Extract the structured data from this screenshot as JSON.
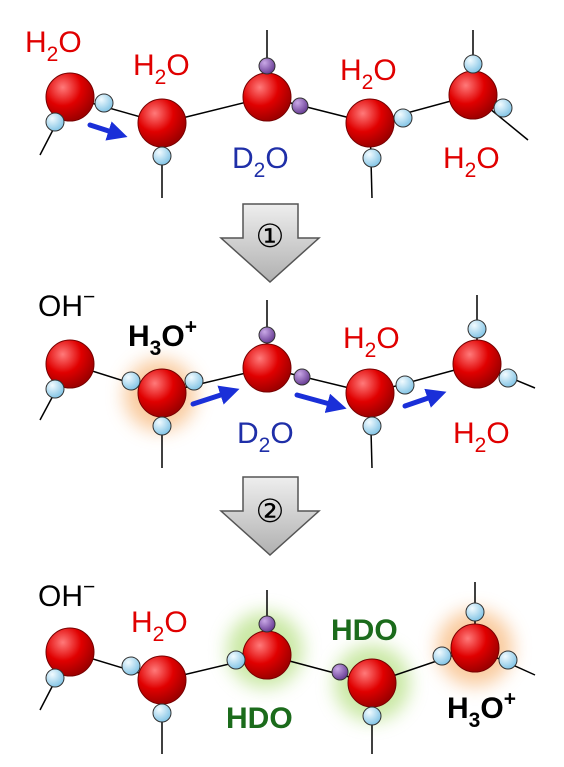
{
  "colors": {
    "oxygen": "#e00000",
    "hydrogen": "#a8daf2",
    "deuterium": "#8a5fb0",
    "water_label": "#e00000",
    "d2o_label": "#1f2fa8",
    "hdo_label": "#1b6b1b",
    "ion_label": "#000000",
    "proton_arrow": "#1a2fd8",
    "hydronium_glow": "#f5a050",
    "hdo_glow": "#9ed65a",
    "step_arrow": "#c8c8c8"
  },
  "labels": {
    "water": "H2O",
    "d2o": "D2O",
    "hydroxide": "OH-",
    "hydronium": "H3O+",
    "hdo": "HDO"
  },
  "steps": {
    "step1": "①",
    "step2": "②"
  }
}
